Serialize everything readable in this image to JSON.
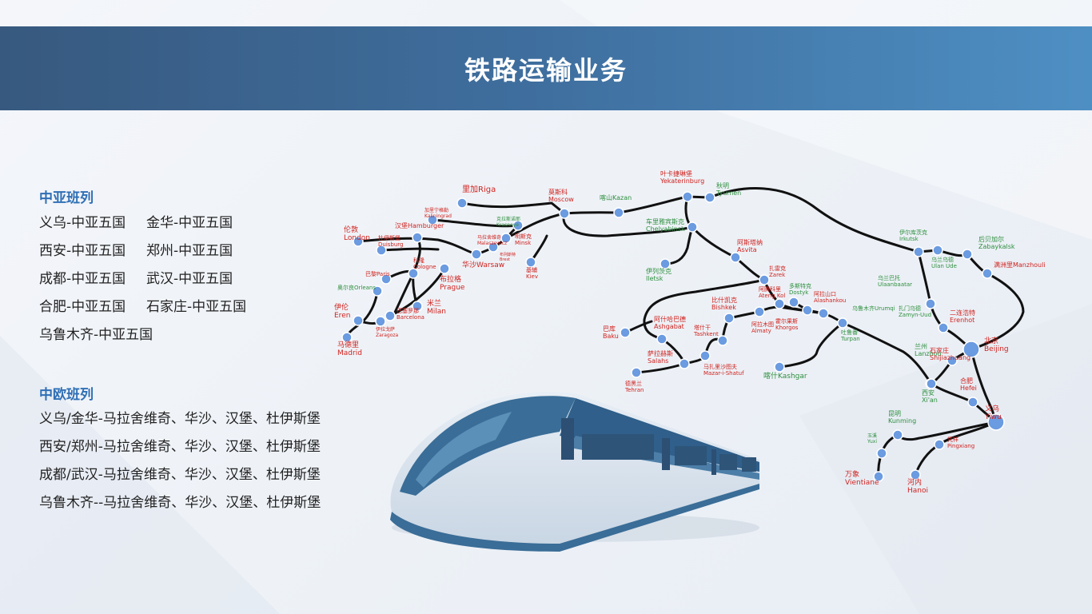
{
  "header": {
    "title": "铁路运输业务"
  },
  "colors": {
    "header_start": "#37597f",
    "header_end": "#4e8fc3",
    "accent_blue": "#2f6fb5",
    "label_red": "#d0231f",
    "label_green": "#2f8f3f",
    "rail": "#111111",
    "node": "#6b9be0"
  },
  "central_asia": {
    "title": "中亚班列",
    "routes": [
      [
        "义乌-中亚五国",
        "金华-中亚五国"
      ],
      [
        "西安-中亚五国",
        "郑州-中亚五国"
      ],
      [
        "成都-中亚五国",
        "武汉-中亚五国"
      ],
      [
        "合肥-中亚五国",
        "石家庄-中亚五国"
      ],
      [
        "乌鲁木齐-中亚五国",
        ""
      ]
    ]
  },
  "europe": {
    "title": "中欧班列",
    "routes": [
      "义乌/金华-马拉舍维奇、华沙、汉堡、杜伊斯堡",
      "西安/郑州-马拉舍维奇、华沙、汉堡、杜伊斯堡",
      "成都/武汉-马拉舍维奇、华沙、汉堡、杜伊斯堡",
      "乌鲁木齐--马拉舍维奇、华沙、汉堡、杜伊斯堡"
    ]
  },
  "map": {
    "stations": [
      {
        "id": "riga",
        "cn": "里加",
        "en": "Riga",
        "inline": true
      },
      {
        "id": "kaliningrad",
        "cn": "加里宁格勒",
        "en": "Kaliningrad"
      },
      {
        "id": "london",
        "cn": "伦敦",
        "en": "London"
      },
      {
        "id": "hamburger",
        "cn": "汉堡",
        "en": "Hamburger",
        "inline": true
      },
      {
        "id": "duisburg",
        "cn": "杜伊斯堡",
        "en": "Duisburg"
      },
      {
        "id": "paris",
        "cn": "巴黎",
        "en": "Paris",
        "inline": true
      },
      {
        "id": "cologne",
        "cn": "科隆",
        "en": "Cologne"
      },
      {
        "id": "orleans",
        "cn": "奥尔良",
        "en": "Orleans",
        "inline": true
      },
      {
        "id": "malaszewicze",
        "cn": "马拉舍维奇",
        "en": "Malaszewicz"
      },
      {
        "id": "brest",
        "cn": "布列斯特",
        "en": "Brest"
      },
      {
        "id": "warsaw",
        "cn": "华沙",
        "en": "Warsaw",
        "inline": true
      },
      {
        "id": "prague",
        "cn": "布拉格",
        "en": "Prague"
      },
      {
        "id": "milan",
        "cn": "米兰",
        "en": "Milan"
      },
      {
        "id": "barcelona",
        "cn": "巴塞罗那",
        "en": "Barcelona"
      },
      {
        "id": "zaragoza",
        "cn": "伊拉戈萨",
        "en": "Zaragoza"
      },
      {
        "id": "eren",
        "cn": "伊伦",
        "en": "Eren"
      },
      {
        "id": "madrid",
        "cn": "马德里",
        "en": "Madrid"
      },
      {
        "id": "krasnoye",
        "cn": "克拉斯诺耶",
        "en": "Krasnoye"
      },
      {
        "id": "minsk",
        "cn": "明斯克",
        "en": "Minsk"
      },
      {
        "id": "kiev",
        "cn": "基辅",
        "en": "Kiev"
      },
      {
        "id": "moscow",
        "cn": "莫斯科",
        "en": "Moscow"
      },
      {
        "id": "kazan",
        "cn": "喀山",
        "en": "Kazan",
        "inline": true
      },
      {
        "id": "yekaterinburg",
        "cn": "叶卡捷琳堡",
        "en": "Yekaterinburg"
      },
      {
        "id": "tyumen",
        "cn": "秋明",
        "en": "Tyumen"
      },
      {
        "id": "chelyabinsk",
        "cn": "车里雅宾斯克",
        "en": "Chelyabinsk"
      },
      {
        "id": "iletsk",
        "cn": "伊列茨克",
        "en": "Iletsk"
      },
      {
        "id": "asvita",
        "cn": "阿斯塔纳",
        "en": "Asvita"
      },
      {
        "id": "zarek",
        "cn": "扎雷克",
        "en": "Zarek"
      },
      {
        "id": "atengkol",
        "cn": "阿腾科里",
        "en": "Ateng Kol"
      },
      {
        "id": "dostyk",
        "cn": "多斯特克",
        "en": "Dostyk"
      },
      {
        "id": "alashankou",
        "cn": "阿拉山口",
        "en": "Alashankou"
      },
      {
        "id": "urumqi",
        "cn": "乌鲁木齐",
        "en": "Urumqi",
        "inline": true
      },
      {
        "id": "khorgos",
        "cn": "霍尔果斯",
        "en": "Khorgos"
      },
      {
        "id": "almaty",
        "cn": "阿拉木图",
        "en": "Almaty"
      },
      {
        "id": "turpan",
        "cn": "吐鲁番",
        "en": "Turpan"
      },
      {
        "id": "kashgar",
        "cn": "喀什",
        "en": "Kashgar",
        "inline": true
      },
      {
        "id": "bishkek",
        "cn": "比什凯克",
        "en": "Bishkek"
      },
      {
        "id": "tashkent",
        "cn": "塔什干",
        "en": "Tashkent"
      },
      {
        "id": "ashgabat",
        "cn": "阿什哈巴德",
        "en": "Ashgabat"
      },
      {
        "id": "baku",
        "cn": "巴库",
        "en": "Baku"
      },
      {
        "id": "salahs",
        "cn": "萨拉赫斯",
        "en": "Salahs"
      },
      {
        "id": "tehran",
        "cn": "德黑兰",
        "en": "Tehran"
      },
      {
        "id": "mazar",
        "cn": "马扎里沙图夫",
        "en": "Mazar-i-Shatuf"
      },
      {
        "id": "irkutsk",
        "cn": "伊尔库茨克",
        "en": "Irkutsk"
      },
      {
        "id": "ulanude",
        "cn": "乌兰乌德",
        "en": "Ulan Ude"
      },
      {
        "id": "zabaykalsk",
        "cn": "后贝加尔",
        "en": "Zabaykalsk"
      },
      {
        "id": "manzhouli",
        "cn": "满洲里",
        "en": "Manzhouli",
        "inline": true
      },
      {
        "id": "ulaanbaatar",
        "cn": "乌兰巴托",
        "en": "Ulaanbaatar"
      },
      {
        "id": "zamynuud",
        "cn": "扎门乌德",
        "en": "Zamyn-Uud"
      },
      {
        "id": "erenhot",
        "cn": "二连浩特",
        "en": "Erenhot"
      },
      {
        "id": "beijing",
        "cn": "北京",
        "en": "Beijing"
      },
      {
        "id": "lanzhou",
        "cn": "兰州",
        "en": "Lanzhou"
      },
      {
        "id": "shijiazhuang",
        "cn": "石家庄",
        "en": "Shijiazhuang"
      },
      {
        "id": "xian",
        "cn": "西安",
        "en": "Xi'an"
      },
      {
        "id": "hefei",
        "cn": "合肥",
        "en": "Hefei"
      },
      {
        "id": "yiwu",
        "cn": "义乌",
        "en": "Yiwu"
      },
      {
        "id": "kunming",
        "cn": "昆明",
        "en": "Kunming"
      },
      {
        "id": "yuxi",
        "cn": "玉溪",
        "en": "Yuxi"
      },
      {
        "id": "vientiane",
        "cn": "万象",
        "en": "Vientiane"
      },
      {
        "id": "pingxiang",
        "cn": "凭祥",
        "en": "Pingxiang"
      },
      {
        "id": "hanoi",
        "cn": "河内",
        "en": "Hanoi"
      }
    ]
  }
}
